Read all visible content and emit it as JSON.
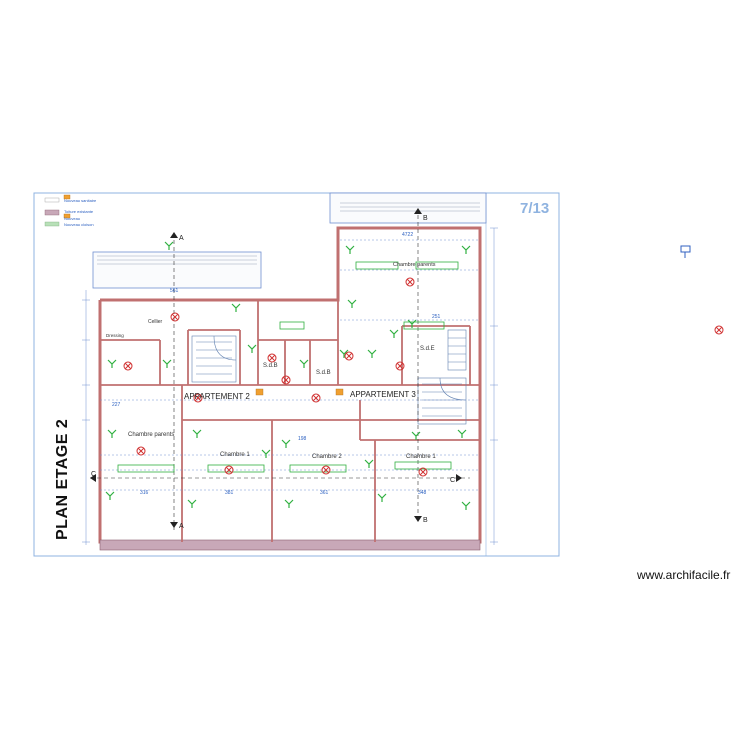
{
  "page": {
    "title": "PLAN ETAGE 2",
    "page_number": "7/13",
    "site": "www.archifacile.fr"
  },
  "legend": [
    {
      "label": "Nouveau sanitaire",
      "color": "#f0a030"
    },
    {
      "label": "Toiture existante",
      "color": "#c8a8b8"
    },
    {
      "label": "Nouveau",
      "color": "#f0a030"
    },
    {
      "label": "Nouveau cloison",
      "color": "#b8e0b8"
    }
  ],
  "rooms": {
    "apt2": "APPARTEMENT 2",
    "apt3": "APPARTEMENT 3",
    "chambre_parents": "Chambre parents",
    "chambre_parents_2": "Chambre parents",
    "chambre_1_left": "Chambre 1",
    "chambre_2": "Chambre 2",
    "chambre_1_right": "Chambre 1",
    "sdb_left": "S.d.B",
    "sdb_mid": "S.d.B",
    "sdb_right": "S.d.E",
    "dressing": "Dressing",
    "cellier": "Cellier"
  },
  "section_marks": {
    "a": "A",
    "b": "B",
    "c": "C"
  },
  "dimensions": [
    "561",
    "316",
    "381",
    "361",
    "348",
    "227",
    "251",
    "4722",
    "198"
  ],
  "colors": {
    "wall": "#c07070",
    "grid": "#7090d0",
    "green": "#30b040",
    "red": "#d03030",
    "roof": "#8090a8"
  }
}
